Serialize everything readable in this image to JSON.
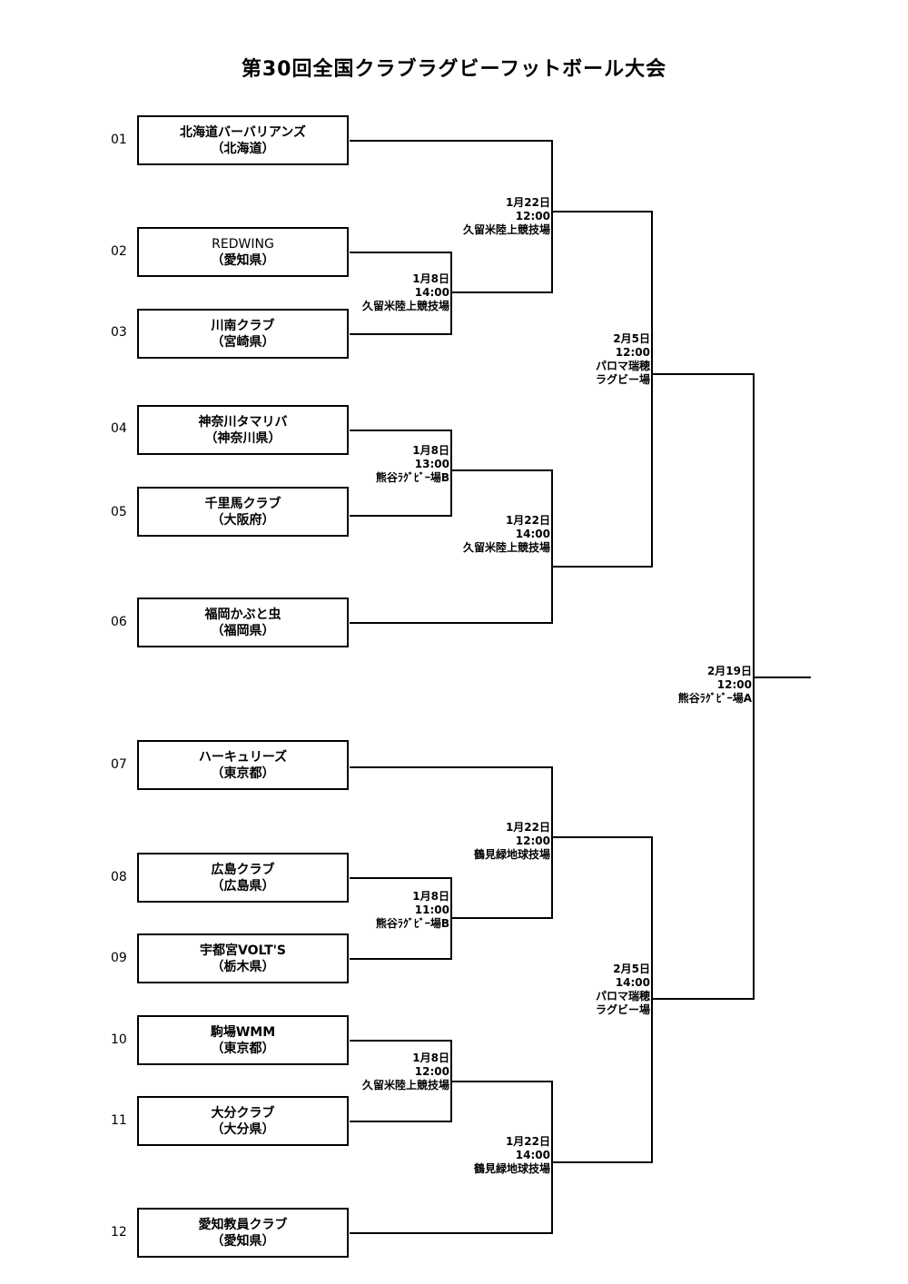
{
  "title": "第30回全国クラブラグビーフットボール大会",
  "teams": [
    {
      "seed": "01",
      "name": "北海道バーバリアンズ",
      "pref": "（北海道）"
    },
    {
      "seed": "02",
      "name": "REDWING",
      "pref": "（愛知県）"
    },
    {
      "seed": "03",
      "name": "川南クラブ",
      "pref": "（宮崎県）"
    },
    {
      "seed": "04",
      "name": "神奈川タマリバ",
      "pref": "（神奈川県）"
    },
    {
      "seed": "05",
      "name": "千里馬クラブ",
      "pref": "（大阪府）"
    },
    {
      "seed": "06",
      "name": "福岡かぶと虫",
      "pref": "（福岡県）"
    },
    {
      "seed": "07",
      "name": "ハーキュリーズ",
      "pref": "（東京都）"
    },
    {
      "seed": "08",
      "name": "広島クラブ",
      "pref": "（広島県）"
    },
    {
      "seed": "09",
      "name": "宇都宮VOLT'S",
      "pref": "（栃木県）"
    },
    {
      "seed": "10",
      "name": "駒場WMM",
      "pref": "（東京都）"
    },
    {
      "seed": "11",
      "name": "大分クラブ",
      "pref": "（大分県）"
    },
    {
      "seed": "12",
      "name": "愛知教員クラブ",
      "pref": "（愛知県）"
    }
  ],
  "matches": {
    "r1_a": {
      "date": "1月8日",
      "time": "14:00",
      "venue": "久留米陸上競技場"
    },
    "r1_b": {
      "date": "1月8日",
      "time": "13:00",
      "venue": "熊谷ﾗｸﾞﾋﾞｰ場B"
    },
    "r1_c": {
      "date": "1月8日",
      "time": "11:00",
      "venue": "熊谷ﾗｸﾞﾋﾞｰ場B"
    },
    "r1_d": {
      "date": "1月8日",
      "time": "12:00",
      "venue": "久留米陸上競技場"
    },
    "r2_a": {
      "date": "1月22日",
      "time": "12:00",
      "venue": "久留米陸上競技場"
    },
    "r2_b": {
      "date": "1月22日",
      "time": "14:00",
      "venue": "久留米陸上競技場"
    },
    "r2_c": {
      "date": "1月22日",
      "time": "12:00",
      "venue": "鶴見緑地球技場"
    },
    "r2_d": {
      "date": "1月22日",
      "time": "14:00",
      "venue": "鶴見緑地球技場"
    },
    "sf_a": {
      "date": "2月5日",
      "time": "12:00",
      "venue1": "パロマ瑞穂",
      "venue2": "ラグビー場"
    },
    "sf_b": {
      "date": "2月5日",
      "time": "14:00",
      "venue1": "パロマ瑞穂",
      "venue2": "ラグビー場"
    },
    "final": {
      "date": "2月19日",
      "time": "12:00",
      "venue": "熊谷ﾗｸﾞﾋﾞｰ場A"
    }
  }
}
